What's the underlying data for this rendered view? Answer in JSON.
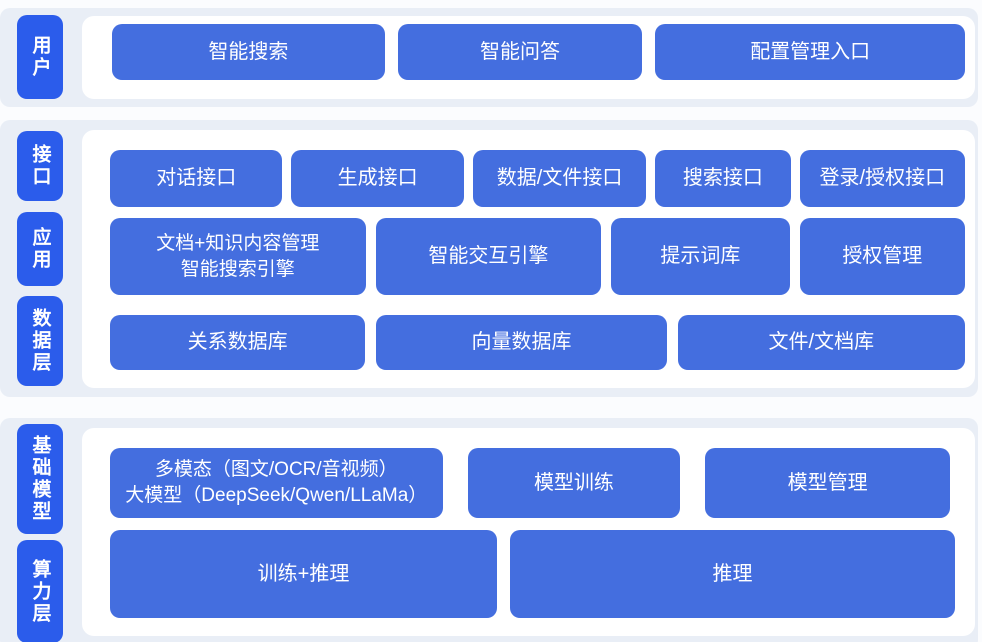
{
  "diagram_title": "",
  "colors": {
    "side_label_blue": "#2B5CEB",
    "node_blue": "#446EDF",
    "panel_background": "#E9EEF6",
    "card_background": "#FFFFFF",
    "text_white": "#FFFFFF"
  },
  "panels": [
    {
      "name": "user-layer",
      "side_labels": [
        {
          "text": "用户"
        }
      ],
      "rows": [
        {
          "buttons": [
            {
              "label": "智能搜索"
            },
            {
              "label": "智能问答"
            },
            {
              "label": "配置管理入口"
            }
          ]
        }
      ]
    },
    {
      "name": "interface-app-data-layer",
      "side_labels": [
        {
          "text": "接口"
        },
        {
          "text": "应用"
        },
        {
          "text": "数据层"
        }
      ],
      "rows": [
        {
          "buttons": [
            {
              "label": "对话接口"
            },
            {
              "label": "生成接口"
            },
            {
              "label": "数据/文件接口"
            },
            {
              "label": "搜索接口"
            },
            {
              "label": "登录/授权接口"
            }
          ]
        },
        {
          "buttons": [
            {
              "label": "文档+知识内容管理\n智能搜索引擎"
            },
            {
              "label": "智能交互引擎"
            },
            {
              "label": "提示词库"
            },
            {
              "label": "授权管理"
            }
          ]
        },
        {
          "buttons": [
            {
              "label": "关系数据库"
            },
            {
              "label": "向量数据库"
            },
            {
              "label": "文件/文档库"
            }
          ]
        }
      ]
    },
    {
      "name": "foundation-compute-layer",
      "side_labels": [
        {
          "text": "基础模型"
        },
        {
          "text": "算力层"
        }
      ],
      "rows": [
        {
          "buttons": [
            {
              "label": "多模态（图文/OCR/音视频）\n大模型（DeepSeek/Qwen/LLaMa）"
            },
            {
              "label": "模型训练"
            },
            {
              "label": "模型管理"
            }
          ]
        },
        {
          "buttons": [
            {
              "label": "训练+推理"
            },
            {
              "label": "推理"
            }
          ]
        }
      ]
    }
  ]
}
